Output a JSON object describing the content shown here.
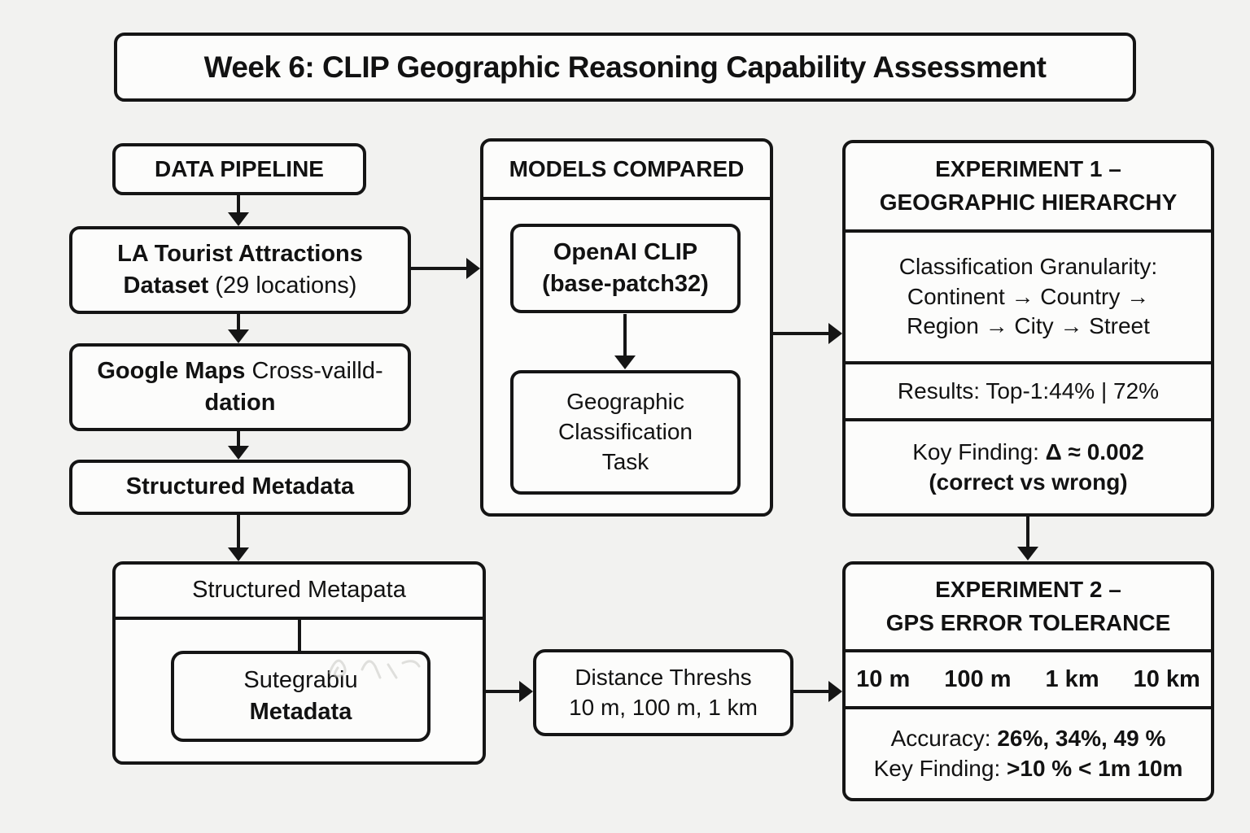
{
  "title": "Week 6: CLIP Geographic Reasoning Capability Assessment",
  "colors": {
    "page_background": "#f2f2f0",
    "box_background": "#fcfcfb",
    "line": "#151515",
    "text": "#121212"
  },
  "pipeline": {
    "header": "DATA PIPELINE",
    "dataset": {
      "line1": "LA Tourist Attractions",
      "line2_bold": "Dataset",
      "line2_rest": " (29 locations)"
    },
    "crossval": {
      "line1_bold": "Google Maps",
      "line1_rest": " Cross-vailld-",
      "line2": "dation"
    },
    "structured_metadata": "Structured Metadata",
    "group": {
      "header": "Structured Metapata",
      "inner_line1": "Sutegrabiu",
      "inner_line2": "Metadata"
    }
  },
  "models": {
    "header": "MODELS COMPARED",
    "clip": {
      "line1": "OpenAI CLIP",
      "line2": "(base-patch32)"
    },
    "task": {
      "line1": "Geographic",
      "line2": "Classification",
      "line3": "Task"
    }
  },
  "distance_box": {
    "line1": "Distance Threshs",
    "line2": "10 m, 100 m, 1 km"
  },
  "experiment1": {
    "header_line1": "EXPERIMENT 1 –",
    "header_line2": "GEOGRAPHIC HIERARCHY",
    "granularity_line1": "Classification Granularity:",
    "granularity_line2": "Continent → Country →",
    "granularity_line3": "Region → City → Street",
    "results": "Results: Top-1:44% | 72%",
    "finding_label": "Koy Finding: ",
    "finding_value": "Δ ≈ 0.002",
    "finding_note": "(correct vs wrong)"
  },
  "experiment2": {
    "header_line1": "EXPERIMENT 2 –",
    "header_line2": "GPS ERROR TOLERANCE",
    "thresholds": [
      "10 m",
      "100 m",
      "1 km",
      "10 km"
    ],
    "accuracy_label": "Accuracy: ",
    "accuracy_value": "26%, 34%, 49 %",
    "finding_label": "Key Finding: ",
    "finding_value": ">10 % < 1m 10m"
  }
}
